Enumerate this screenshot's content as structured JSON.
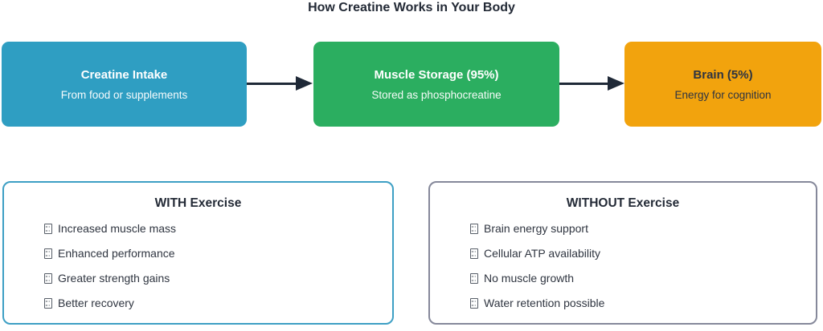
{
  "title": "How Creatine Works in Your Body",
  "flow": {
    "arrow_color": "#1f2937",
    "nodes": [
      {
        "id": "creatine-intake",
        "title": "Creatine Intake",
        "subtitle": "From food or supplements",
        "bg_color": "#2f9ec2",
        "text_color": "#ffffff"
      },
      {
        "id": "muscle-storage",
        "title": "Muscle Storage (95%)",
        "subtitle": "Stored as phosphocreatine",
        "bg_color": "#2bae60",
        "text_color": "#ffffff"
      },
      {
        "id": "brain",
        "title": "Brain (5%)",
        "subtitle": "Energy for cognition",
        "bg_color": "#f2a30d",
        "text_color": "#2e3442"
      }
    ]
  },
  "cards": [
    {
      "id": "with-exercise",
      "title": "WITH Exercise",
      "border_color": "#3d9fc4",
      "bullet_icon": "missing-glyph-icon",
      "items": [
        "Increased muscle mass",
        "Enhanced performance",
        "Greater strength gains",
        "Better recovery"
      ]
    },
    {
      "id": "without-exercise",
      "title": "WITHOUT Exercise",
      "border_color": "#85889a",
      "bullet_icon": "missing-glyph-icon",
      "items": [
        "Brain energy support",
        "Cellular ATP availability",
        "No muscle growth",
        "Water retention possible"
      ]
    }
  ]
}
